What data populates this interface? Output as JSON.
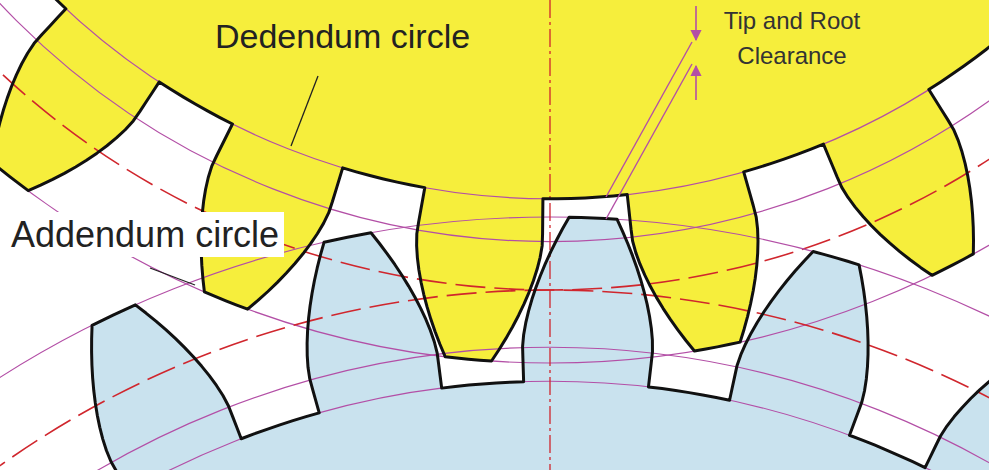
{
  "diagram": {
    "labels": [
      "Dedendum circle",
      "Tip and Root Clearance",
      "Addendum circle"
    ]
  }
}
